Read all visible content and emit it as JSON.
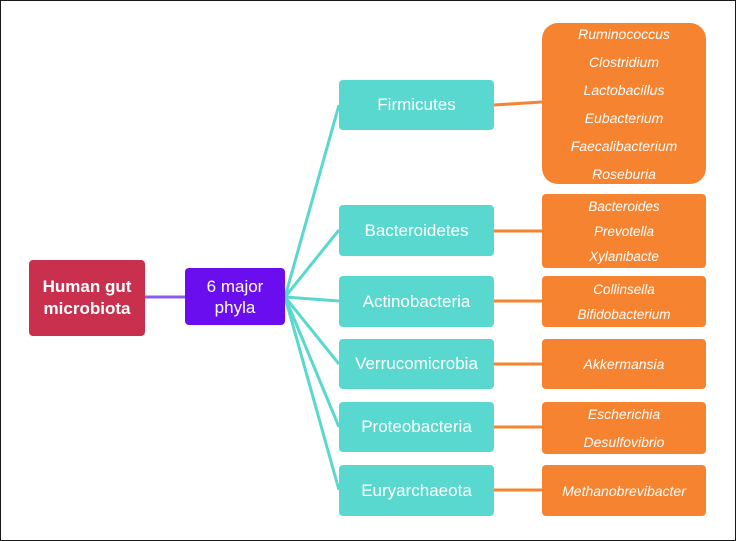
{
  "root": {
    "label_line1": "Human gut",
    "label_line2": "microbiota"
  },
  "mid": {
    "label_line1": "6 major",
    "label_line2": "phyla"
  },
  "phyla": [
    {
      "name": "Firmicutes",
      "genera": [
        "Ruminococcus",
        "Clostridium",
        "Lactobacillus",
        "Eubacterium",
        "Faecalibacterium",
        "Roseburia"
      ]
    },
    {
      "name": "Bacteroidetes",
      "genera": [
        "Bacteroides",
        "Prevotella",
        "Xylanibacte"
      ]
    },
    {
      "name": "Actinobacteria",
      "genera": [
        "Collinsella",
        "Bifidobacterium"
      ]
    },
    {
      "name": "Verrucomicrobia",
      "genera": [
        "Akkermansia"
      ]
    },
    {
      "name": "Proteobacteria",
      "genera": [
        "Escherichia",
        "Desulfovibrio"
      ]
    },
    {
      "name": "Euryarchaeota",
      "genera": [
        "Methanobrevibacter"
      ]
    }
  ],
  "colors": {
    "root": "#c9304e",
    "mid": "#6a0ef0",
    "phylum": "#59d8cf",
    "genus": "#f5832f",
    "root_link": "#8a5cf0",
    "phylum_link": "#59d8cf",
    "genus_link": "#f5832f"
  }
}
